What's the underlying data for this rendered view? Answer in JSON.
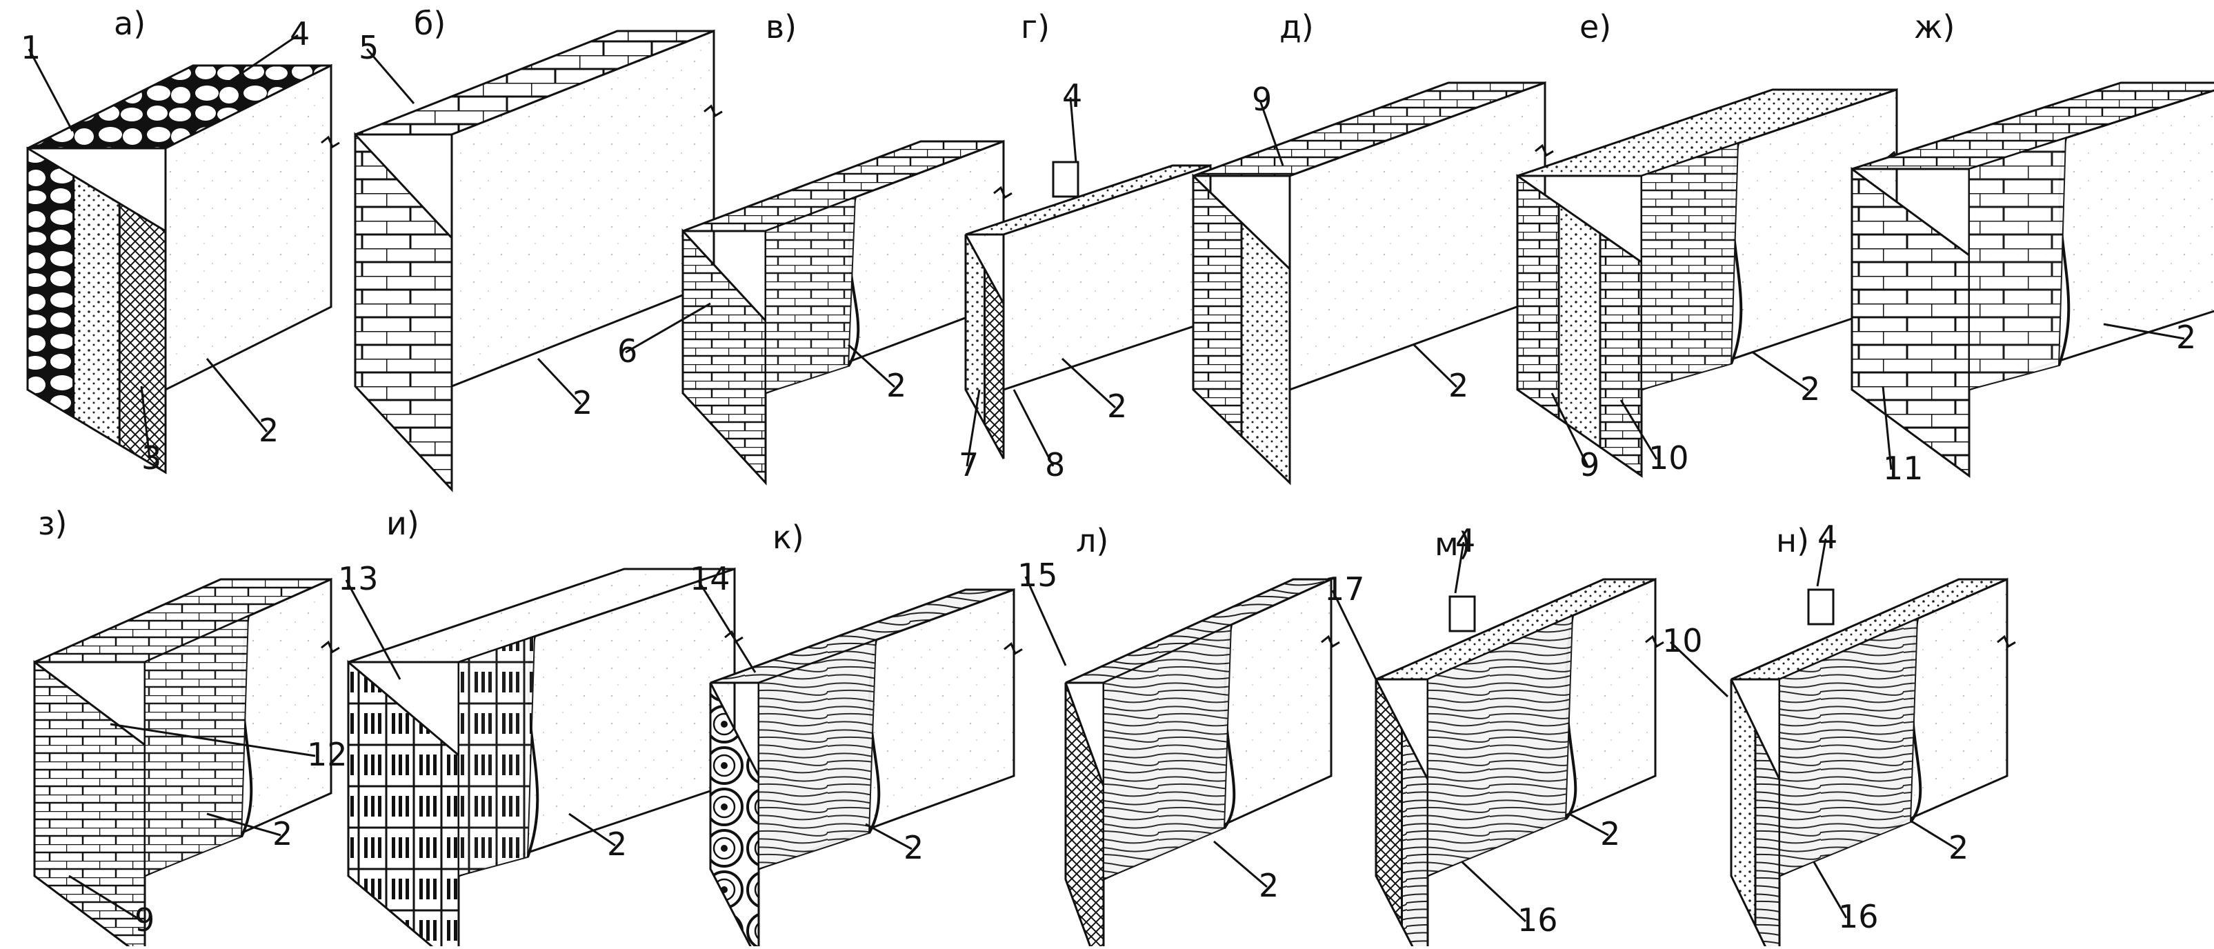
{
  "panels": [
    {
      "id": "a",
      "label": "а)"
    },
    {
      "id": "b",
      "label": "б)"
    },
    {
      "id": "v",
      "label": "в)"
    },
    {
      "id": "g",
      "label": "г)"
    },
    {
      "id": "d",
      "label": "д)"
    },
    {
      "id": "e",
      "label": "е)"
    },
    {
      "id": "zh",
      "label": "ж)"
    },
    {
      "id": "z",
      "label": "з)"
    },
    {
      "id": "i",
      "label": "и)"
    },
    {
      "id": "k",
      "label": "к)"
    },
    {
      "id": "l",
      "label": "л)"
    },
    {
      "id": "m",
      "label": "м)"
    },
    {
      "id": "n",
      "label": "н)"
    }
  ],
  "callouts": {
    "a": [
      "1",
      "4",
      "3",
      "2"
    ],
    "b": [
      "5",
      "2"
    ],
    "v": [
      "6",
      "2"
    ],
    "g": [
      "4",
      "2",
      "7",
      "8"
    ],
    "d": [
      "9",
      "2"
    ],
    "e": [
      "2",
      "9",
      "10"
    ],
    "zh": [
      "2",
      "11"
    ],
    "z": [
      "12",
      "2",
      "9"
    ],
    "i": [
      "13",
      "2"
    ],
    "k": [
      "14",
      "2"
    ],
    "l": [
      "15",
      "2"
    ],
    "m": [
      "4",
      "17",
      "2",
      "16"
    ],
    "n": [
      "4",
      "10",
      "2",
      "16"
    ]
  }
}
